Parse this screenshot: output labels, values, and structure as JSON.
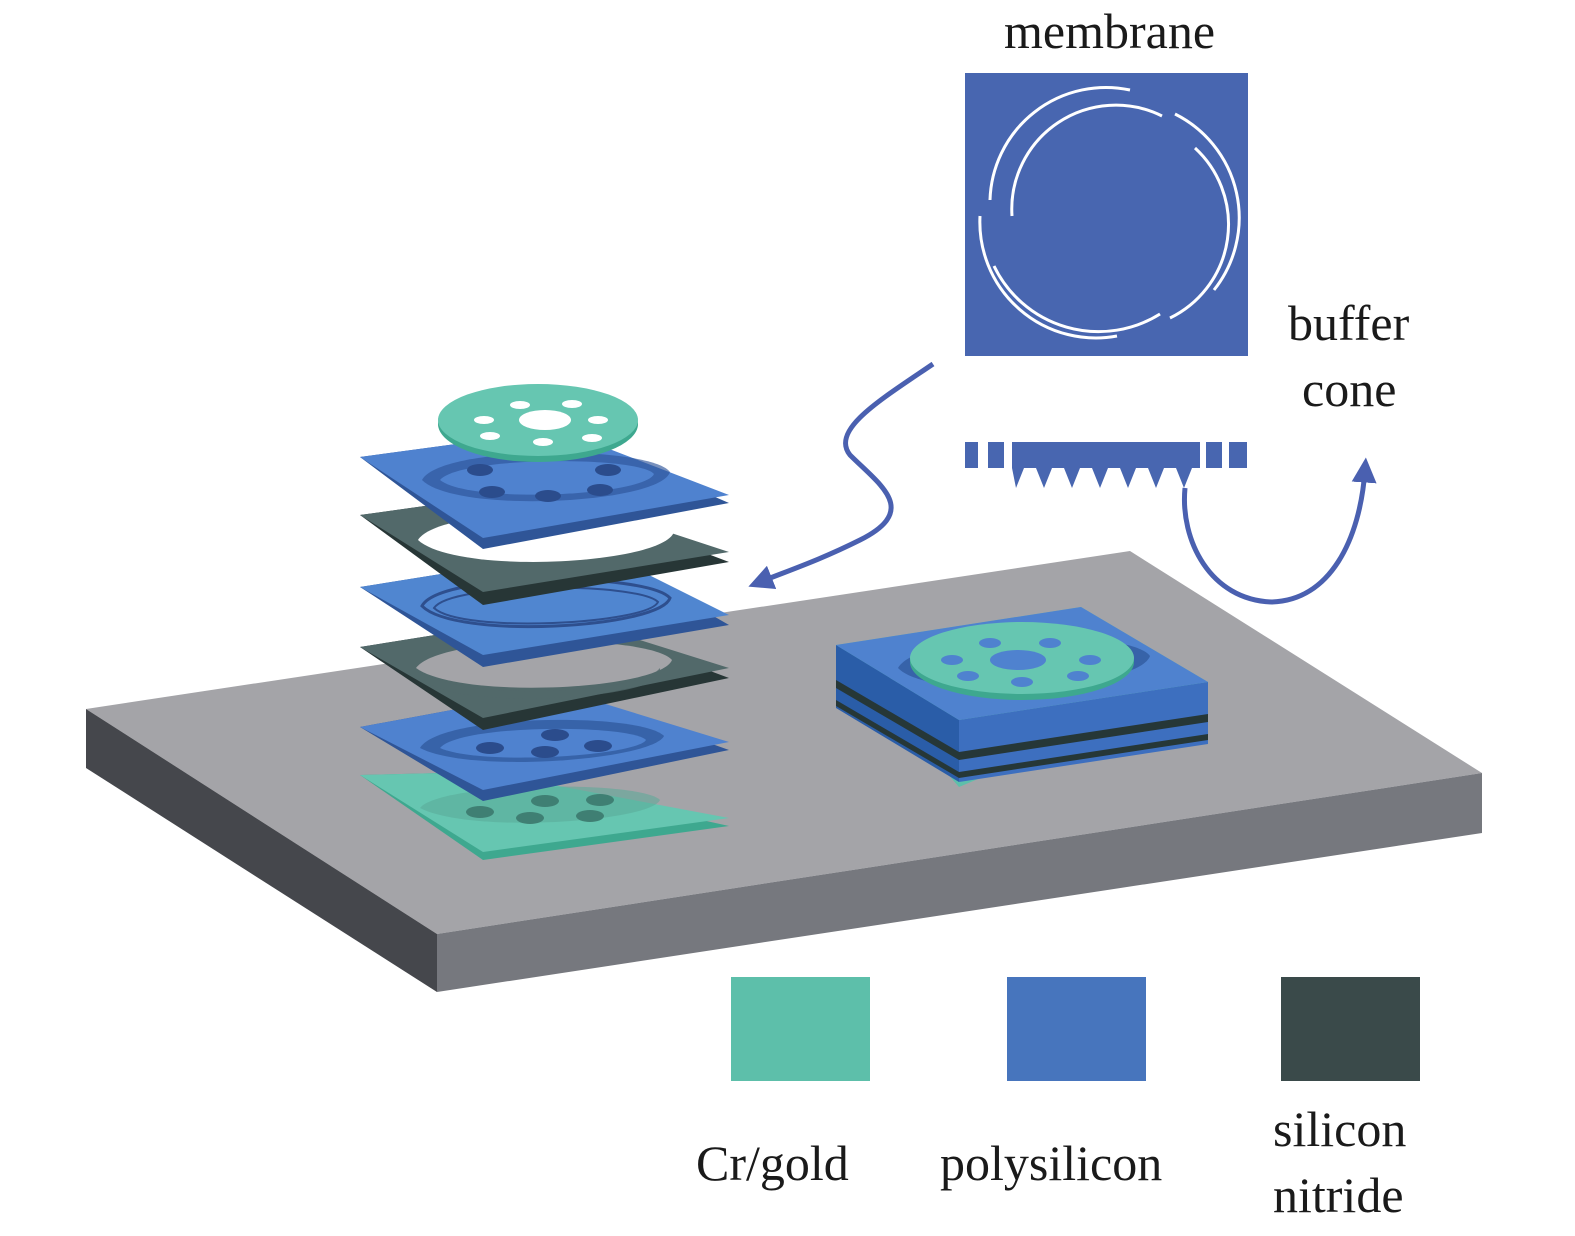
{
  "labels": {
    "membrane": "membrane",
    "buffer_cone_line1": "buffer",
    "buffer_cone_line2": "cone"
  },
  "legend": [
    {
      "key": "cr_gold",
      "label": "Cr/gold",
      "color": "#5dbfaa"
    },
    {
      "key": "polysilicon",
      "label": "polysilicon",
      "color": "#4775bd"
    },
    {
      "key": "silicon_nitride_line1",
      "label": "silicon",
      "color": "#3a4a4a"
    },
    {
      "key": "silicon_nitride_line2",
      "label": "nitride"
    }
  ],
  "colors": {
    "cr_gold": "#5dbfaa",
    "polysilicon": "#4775bd",
    "silicon_nitride": "#3a4a4a",
    "substrate_top": "#a4a4a8",
    "substrate_side": "#76787e",
    "substrate_dark": "#45474c",
    "membrane_bg": "#4866b0",
    "arrow": "#4a60b0"
  }
}
